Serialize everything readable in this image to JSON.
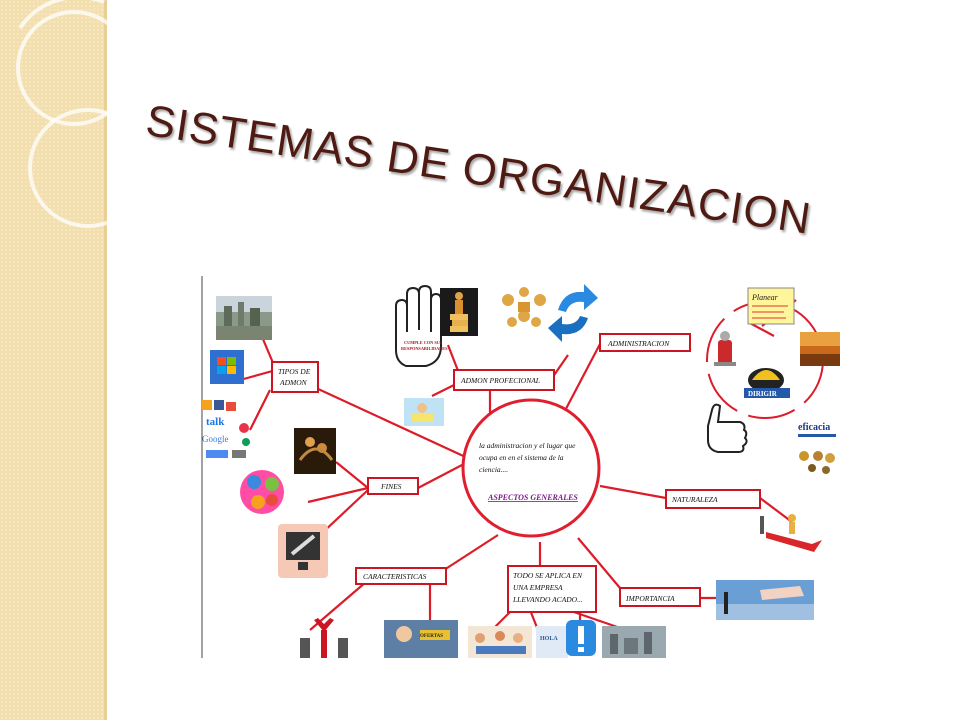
{
  "slide": {
    "title": "SISTEMAS DE ORGANIZACION"
  },
  "mindmap": {
    "center": {
      "text_lines": [
        "la administracion y el lugar que",
        "ocupa en en el sistema de la",
        "ciencia...."
      ],
      "subtitle": "ASPECTOS GENERALES"
    },
    "branches": {
      "tipos": [
        "TIPOS DE",
        "ADMON"
      ],
      "admon_profesional": "ADMON PROFECIONAL",
      "administracion": "ADMINISTRACION",
      "fines": "FINES",
      "naturaleza": "NATURALEZA",
      "caracteristicas": "CARACTERISTICAS",
      "todo": [
        "TODO SE APLICA EN",
        "UNA EMPRESA",
        "LLEVANDO ACADO..."
      ],
      "importancia": "IMPORTANCIA"
    },
    "picture_text": {
      "cumple": [
        "CUMPLE CON SUS",
        "RESPONSABILIDADES"
      ],
      "planear": "Planear",
      "dirigir": "DIRIGIR",
      "eficacia": "eficacia",
      "ofertas": "OFERTAS",
      "google": "Google",
      "talk": "talk",
      "hola": "HOLA"
    },
    "colors": {
      "lines": "#dd1c2a",
      "node_border": "#cc1522",
      "center_border": "#e01f2e"
    }
  }
}
